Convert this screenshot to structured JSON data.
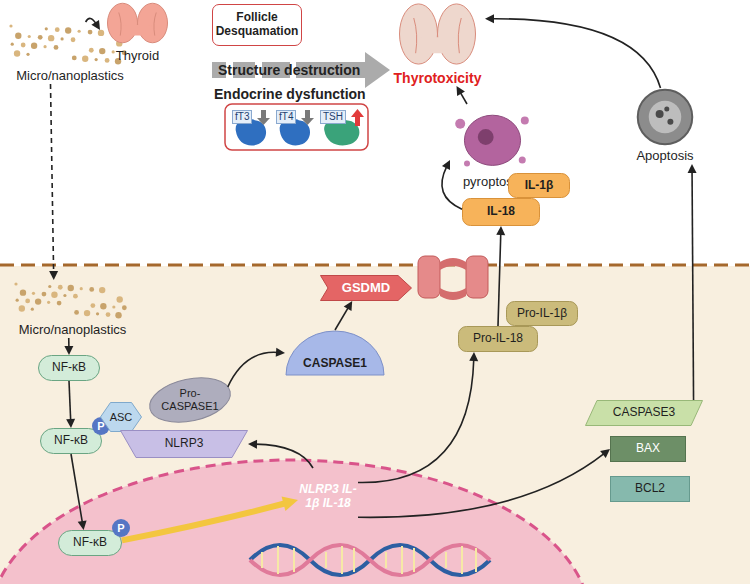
{
  "diagram": {
    "nodes": [
      {
        "text": [
          "Micro/nanoplastics"
        ]
      },
      {
        "text": [
          "Thyroid"
        ]
      },
      {
        "text": [
          "Follicle Desquamation"
        ]
      },
      {
        "text": [
          "fT3"
        ]
      },
      {
        "text": [
          "fT4"
        ]
      },
      {
        "text": [
          "TSH"
        ]
      },
      {
        "text": [
          "Thyrotoxicity"
        ]
      },
      {
        "text": [
          "pyroptosis"
        ]
      },
      {
        "text": [
          "Apoptosis"
        ]
      },
      {
        "text": [
          "Micro/nanoplastics"
        ]
      },
      {
        "text": [
          "NF-κB"
        ]
      },
      {
        "text": [
          "NF-κB",
          "P"
        ]
      },
      {
        "text": [
          "NF-κB",
          "P"
        ]
      },
      {
        "text": [
          "ASC"
        ]
      },
      {
        "text": [
          "Pro-CASPASE1"
        ]
      },
      {
        "text": [
          "NLRP3"
        ]
      },
      {
        "text": [
          "CASPASE1"
        ]
      },
      {
        "text": [
          "GSDMD"
        ]
      },
      {
        "text": [
          "IL-18"
        ]
      },
      {
        "text": [
          "IL-1β"
        ]
      },
      {
        "text": [
          "Pro-IL-18"
        ]
      },
      {
        "text": [
          "Pro-IL-1β"
        ]
      },
      {
        "text": [
          "NLRP3 IL-1β IL-18"
        ]
      },
      {
        "text": [
          "CASPASE3"
        ]
      },
      {
        "text": [
          "BAX"
        ]
      },
      {
        "text": [
          "BCL2"
        ]
      }
    ],
    "edges": [
      {
        "from": 0,
        "to": 1,
        "arrow": "to"
      },
      {
        "from": 0,
        "to": 9,
        "arrow": "to"
      },
      {
        "from": 9,
        "to": 10,
        "arrow": "to"
      },
      {
        "from": 10,
        "to": 11,
        "arrow": "to"
      },
      {
        "from": 11,
        "to": 12,
        "arrow": "to"
      },
      {
        "from": 12,
        "to": 22,
        "arrow": "to"
      },
      {
        "from": 22,
        "to": 15,
        "arrow": "to"
      },
      {
        "from": 14,
        "to": 16,
        "arrow": "to"
      },
      {
        "from": 16,
        "to": 17,
        "arrow": "to"
      },
      {
        "from": 22,
        "to": 20,
        "arrow": "to"
      },
      {
        "from": 20,
        "to": 18,
        "arrow": "to"
      },
      {
        "from": 18,
        "to": 7,
        "arrow": "to"
      },
      {
        "from": 7,
        "to": 6,
        "arrow": "to"
      },
      {
        "from": 22,
        "to": 24,
        "arrow": "to"
      },
      {
        "from": 23,
        "to": 8,
        "arrow": "to"
      },
      {
        "from": 8,
        "to": 6,
        "arrow": "to"
      }
    ],
    "labels": [
      "Structure destruction",
      "Endocrine dysfunction"
    ]
  }
}
